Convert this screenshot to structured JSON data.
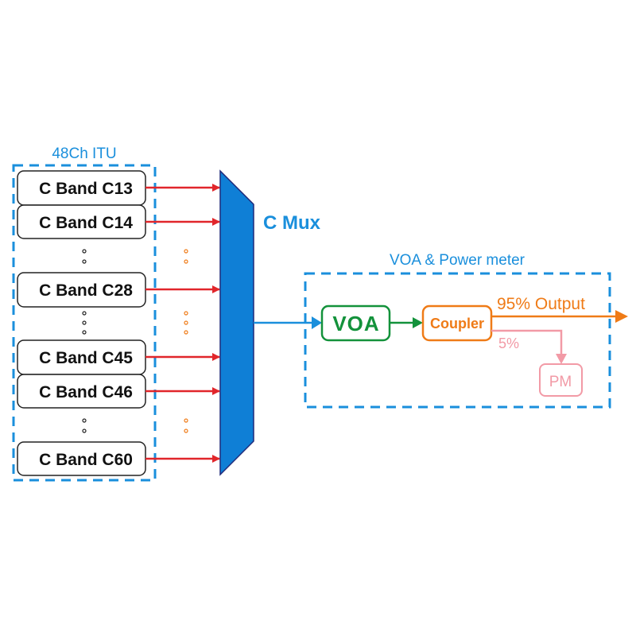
{
  "colors": {
    "group_border": "#1a8fdc",
    "channel_arrow": "#e1262b",
    "mux_fill": "#0f7fd6",
    "mux_stroke": "#1f2a7a",
    "mux_output": "#1a8fdc",
    "voa": "#13923b",
    "coupler": "#ef7b17",
    "pm": "#f29aa6",
    "ellipsis_left": "#222222",
    "ellipsis_right": "#ef7b17"
  },
  "input_group": {
    "title": "48Ch ITU",
    "channels": [
      {
        "label": "C Band C13"
      },
      {
        "label": "C Band C14"
      },
      {
        "label": "C Band C28"
      },
      {
        "label": "C Band C45"
      },
      {
        "label": "C Band C46"
      },
      {
        "label": "C Band C60"
      }
    ]
  },
  "mux": {
    "label": "C Mux"
  },
  "output_group": {
    "title": "VOA & Power meter",
    "voa_label": "VOA",
    "coupler_label": "Coupler",
    "output_label": "95% Output",
    "tap_label": "5%",
    "pm_label": "PM"
  }
}
